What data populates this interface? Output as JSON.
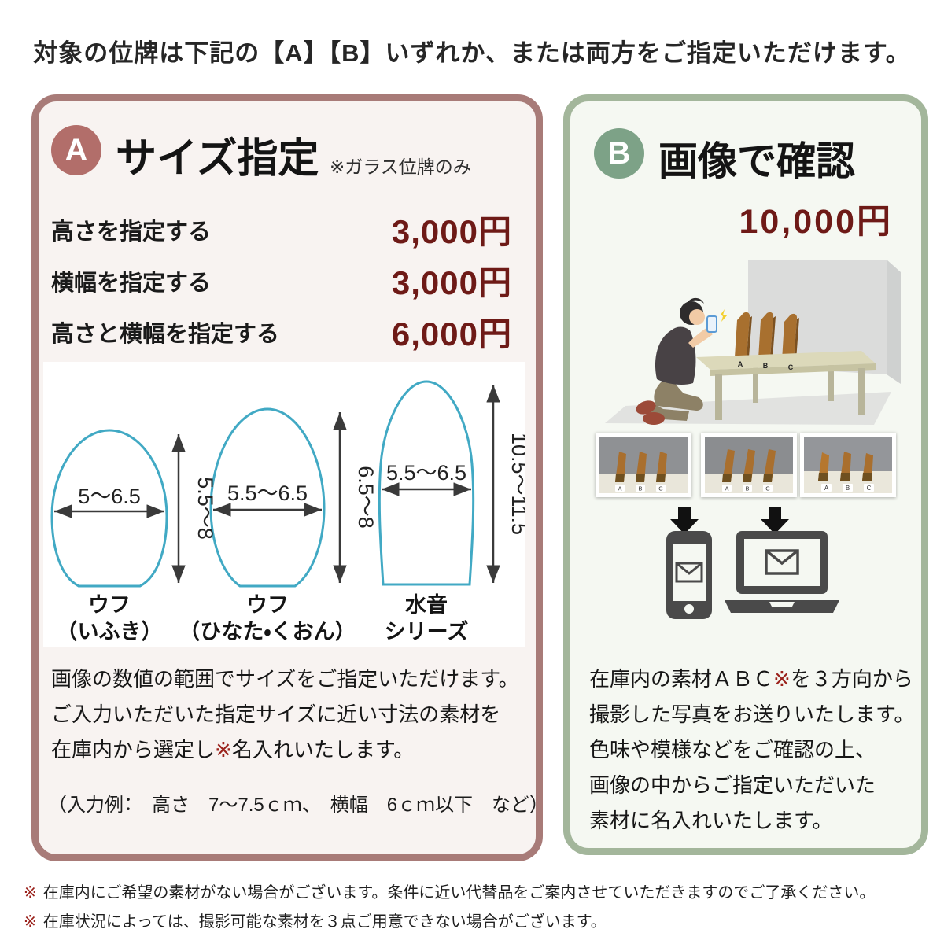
{
  "colors": {
    "panel_a_border": "#a87b78",
    "panel_a_bg": "#f8f3f1",
    "badge_a": "#b26e6a",
    "panel_b_border": "#a3b69b",
    "panel_b_bg": "#f5f8f2",
    "badge_b": "#7da287",
    "price_red": "#6e1a17",
    "note_red": "#9b221c",
    "shape_outline_teal": "#41a9c4",
    "dimension_arrow": "#3a3a3a",
    "device_gray": "#4a4a4a"
  },
  "heading": "対象の位牌は下記の【A】【B】いずれか、または両方をご指定いただけます。",
  "panel_a": {
    "badge": "A",
    "title": "サイズ指定",
    "note": "※ガラス位牌のみ",
    "price_rows": [
      {
        "label": "高さを指定する",
        "price": "3,000円"
      },
      {
        "label": "横幅を指定する",
        "price": "3,000円"
      },
      {
        "label": "高さと横幅を指定する",
        "price": "6,000円"
      }
    ],
    "diagram": {
      "shapes": [
        {
          "width": "5～6.5",
          "height": "5.5～8",
          "name1": "ウフ",
          "name2": "（いふき）"
        },
        {
          "width": "5.5～6.5",
          "height": "6.5～8",
          "name1": "ウフ",
          "name2": "（ひなた・くおん）"
        },
        {
          "width": "5.5～6.5",
          "height": "10.5～11.5",
          "name1": "水音",
          "name2": "シリーズ"
        }
      ]
    },
    "body": {
      "line1": "画像の数値の範囲でサイズをご指定いただけます。",
      "line2": "ご入力いただいた指定サイズに近い寸法の素材を",
      "line3_pre": "在庫内から選定し",
      "line3_mark": "※",
      "line3_post": "名入れいたします。",
      "example": "（入力例：　高さ　7～7.5ｃｍ、　横幅　6ｃｍ以下　など）"
    }
  },
  "panel_b": {
    "badge": "B",
    "title": "画像で確認",
    "price": "10,000円",
    "illustration": {
      "table_labels": [
        "A",
        "B",
        "C"
      ]
    },
    "photos": {
      "labels": [
        "A",
        "B",
        "C"
      ]
    },
    "body": {
      "line1_pre": "在庫内の素材ＡＢＣ",
      "line1_mark": "※",
      "line1_post": "を３方向から",
      "line2": "撮影した写真をお送りいたします。",
      "line3": "色味や模様などをご確認の上、",
      "line4": "画像の中からご指定いただいた",
      "line5": "素材に名入れいたします。"
    }
  },
  "footnotes": [
    {
      "mark": "※",
      "text": "在庫内にご希望の素材がない場合がございます。条件に近い代替品をご案内させていただきますのでご了承ください。"
    },
    {
      "mark": "※",
      "text": "在庫状況によっては、撮影可能な素材を３点ご用意できない場合がございます。"
    }
  ]
}
